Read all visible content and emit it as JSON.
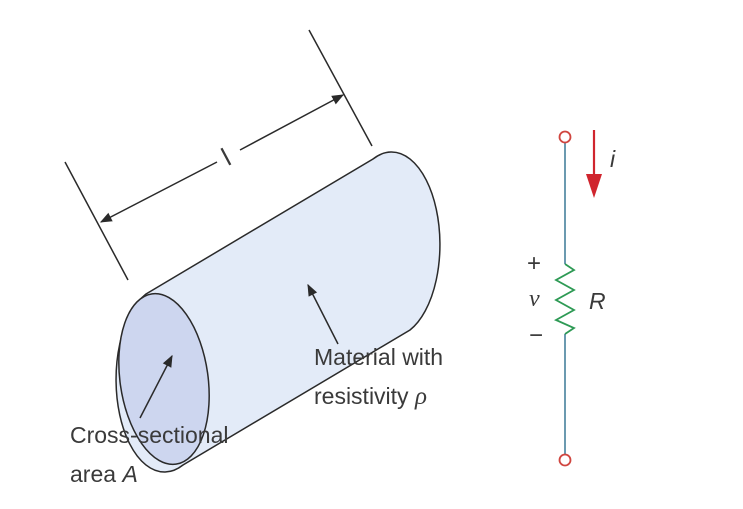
{
  "resistor_body": {
    "length_label": "l",
    "material_label_line1": "Material with",
    "material_label_line2_prefix": "resistivity ",
    "resistivity_symbol": "ρ",
    "area_label_line1": "Cross-sectional",
    "area_label_line2_prefix": "area ",
    "area_symbol": "A"
  },
  "circuit": {
    "current_symbol": "i",
    "voltage_symbol": "v",
    "plus_sign": "+",
    "minus_sign": "−",
    "resistance_symbol": "R"
  },
  "colors": {
    "cylinder_fill": "#e3ebf8",
    "cylinder_end_fill": "#cdd6ef",
    "outline": "#2a2a2a",
    "wire": "#5b8fa8",
    "terminal": "#d0453f",
    "resistor_zigzag": "#2e9a55",
    "current_arrow": "#d0252e"
  }
}
